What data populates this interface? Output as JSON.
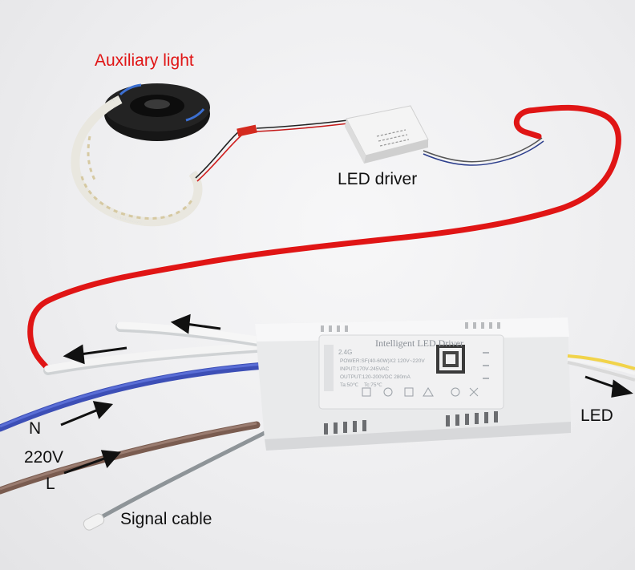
{
  "labels": {
    "auxiliary_light": "Auxiliary light",
    "led_driver": "LED driver",
    "n": "N",
    "voltage": "220V",
    "l": "L",
    "signal_cable": "Signal cable",
    "led": "LED"
  },
  "driver_unit": {
    "title": "Intelligent LED Driver",
    "band": "2.4G",
    "power": "POWER:SF(40-60W)X2 120V~220V",
    "input": "INPUT:170V-245VAC",
    "output": "OUTPUT:120-200VDC 280mA",
    "ta": "Ta:50℃",
    "tc": "Tc:75℃"
  },
  "colors": {
    "annotation_red": "#e01515",
    "wire_blue": "#4a5fc4",
    "wire_brown": "#8b6a5c",
    "wire_grey": "#9aa0a4",
    "wire_white": "#f2f2f2"
  }
}
